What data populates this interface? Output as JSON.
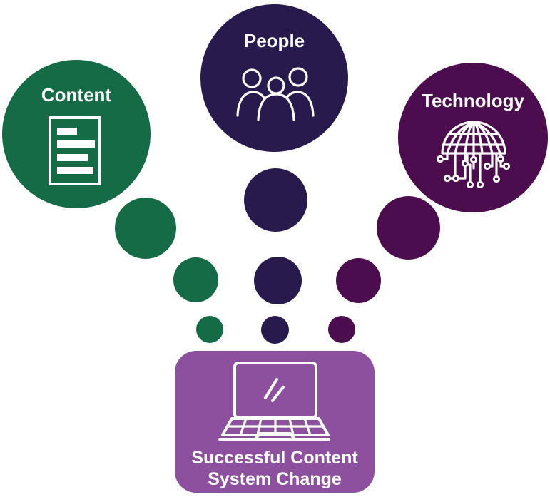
{
  "diagram": {
    "colors": {
      "content-green": "#156b46",
      "people-navy": "#291a4e",
      "technology-plum": "#4c0d4e",
      "result-purple": "#8c509f",
      "icon-stroke": "#ffffff"
    },
    "nodes": [
      {
        "id": "content",
        "label": "Content",
        "icon": "document-icon"
      },
      {
        "id": "people",
        "label": "People",
        "icon": "people-icon"
      },
      {
        "id": "technology",
        "label": "Technology",
        "icon": "globe-circuit-icon"
      }
    ],
    "flow_dots": {
      "per_branch": 3,
      "branches": [
        "content",
        "people",
        "technology"
      ]
    },
    "result": {
      "icon": "laptop-icon",
      "label_line1": "Successful Content",
      "label_line2": "System Change"
    }
  }
}
